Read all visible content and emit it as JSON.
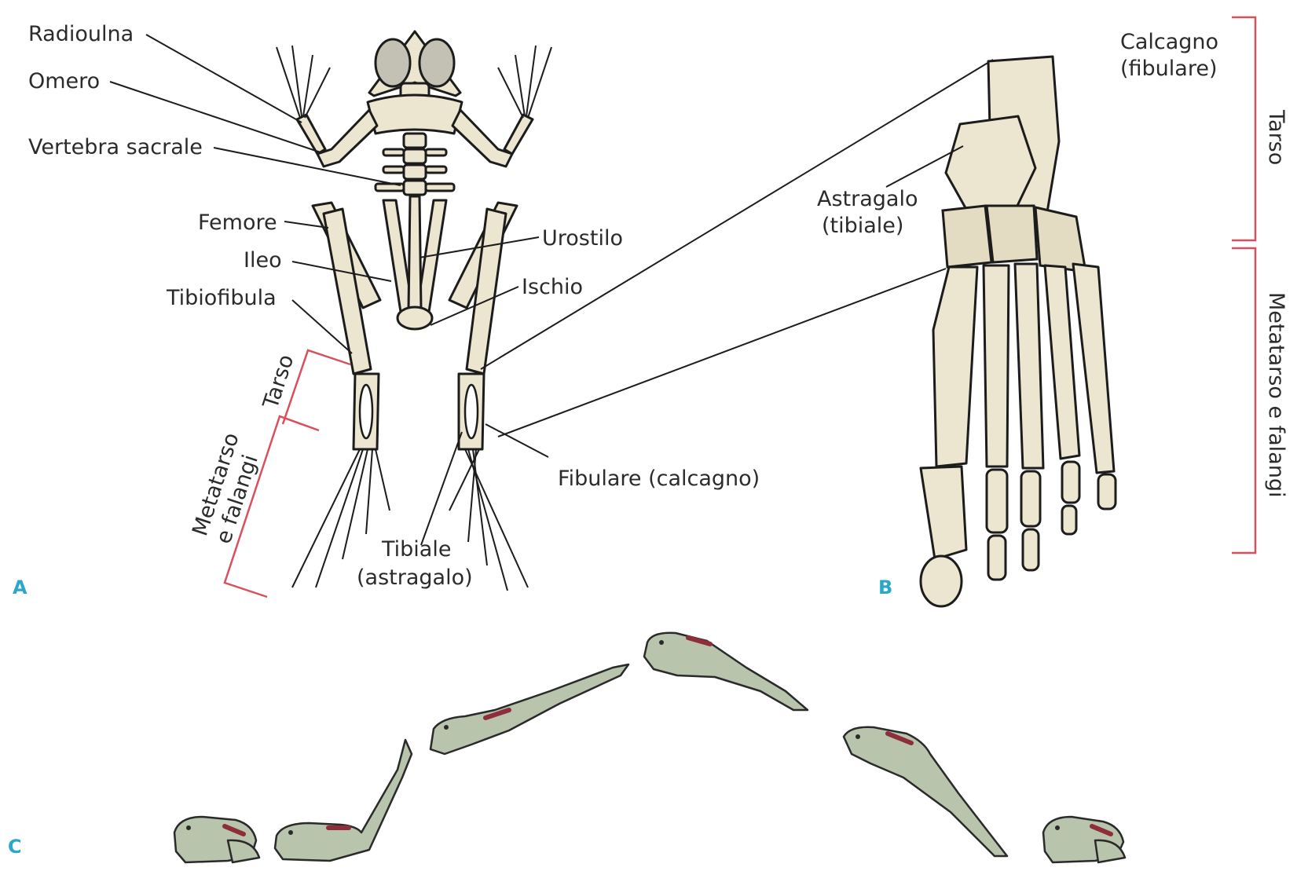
{
  "panels": [
    "A",
    "B",
    "C"
  ],
  "panel_a_labels": {
    "radioulna": "Radioulna",
    "omero": "Omero",
    "vertebra_sacrale": "Vertebra sacrale",
    "femore": "Femore",
    "ileo": "Ileo",
    "tibiofibula": "Tibiofibula",
    "urostilo": "Urostilo",
    "ischio": "Ischio",
    "tarso": "Tarso",
    "metatarso_line1": "Metatarso",
    "metatarso_line2": "e falangi",
    "fibulare": "Fibulare (calcagno)",
    "tibiale_line1": "Tibiale",
    "tibiale_line2": "(astragalo)"
  },
  "panel_b_labels": {
    "calcagno_line1": "Calcagno",
    "calcagno_line2": "(fibulare)",
    "astragalo_line1": "Astragalo",
    "astragalo_line2": "(tibiale)",
    "tarso": "Tarso",
    "metatarso": "Metatarso e falangi"
  },
  "colors": {
    "bone": "#ece5cf",
    "frog_body": "#b8c4ab",
    "muscle": "#8e2e3a",
    "bracket": "#d9505c",
    "panel_letter": "#2aa7c9"
  }
}
